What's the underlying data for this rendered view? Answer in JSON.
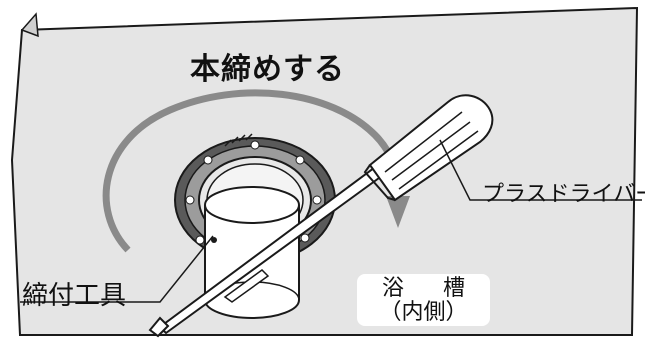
{
  "title": "本締めする",
  "labels": {
    "screwdriver": "プラスドライバー",
    "tightening_tool": "締付工具",
    "tub_line1": "浴 槽",
    "tub_line2": "（内側）"
  },
  "colors": {
    "panel": "#e5e5e5",
    "outline": "#1a1a1a",
    "arrow": "#8a8a8a",
    "label_box": "#ffffff"
  },
  "icons": {
    "rotation_arrow": "curved-arrow-icon",
    "screwdriver": "screwdriver-icon"
  }
}
